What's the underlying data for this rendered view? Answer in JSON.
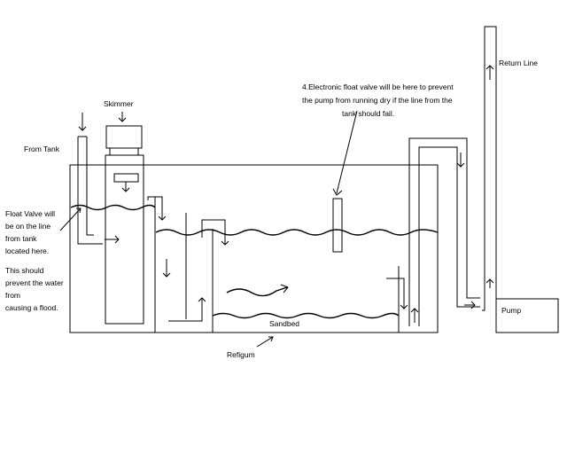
{
  "labels": {
    "from_tank": "From Tank",
    "skimmer": "Skimmer",
    "return_line": "Return Line",
    "pump": "Pump",
    "sandbed": "Sandbed",
    "refugium": "Refigum",
    "float_valve_note": [
      "Float Valve will",
      "be on the line",
      "from tank",
      "located here."
    ],
    "prevent_flood_note": [
      "This should",
      "prevent the water",
      "from",
      "causing a flood."
    ],
    "electronic_valve_note": [
      "4.Electronic float valve will be here to prevent",
      "the pump from running dry if the line from the",
      "tank should fail."
    ]
  },
  "colors": {
    "line": "#000000",
    "background": "#ffffff"
  }
}
